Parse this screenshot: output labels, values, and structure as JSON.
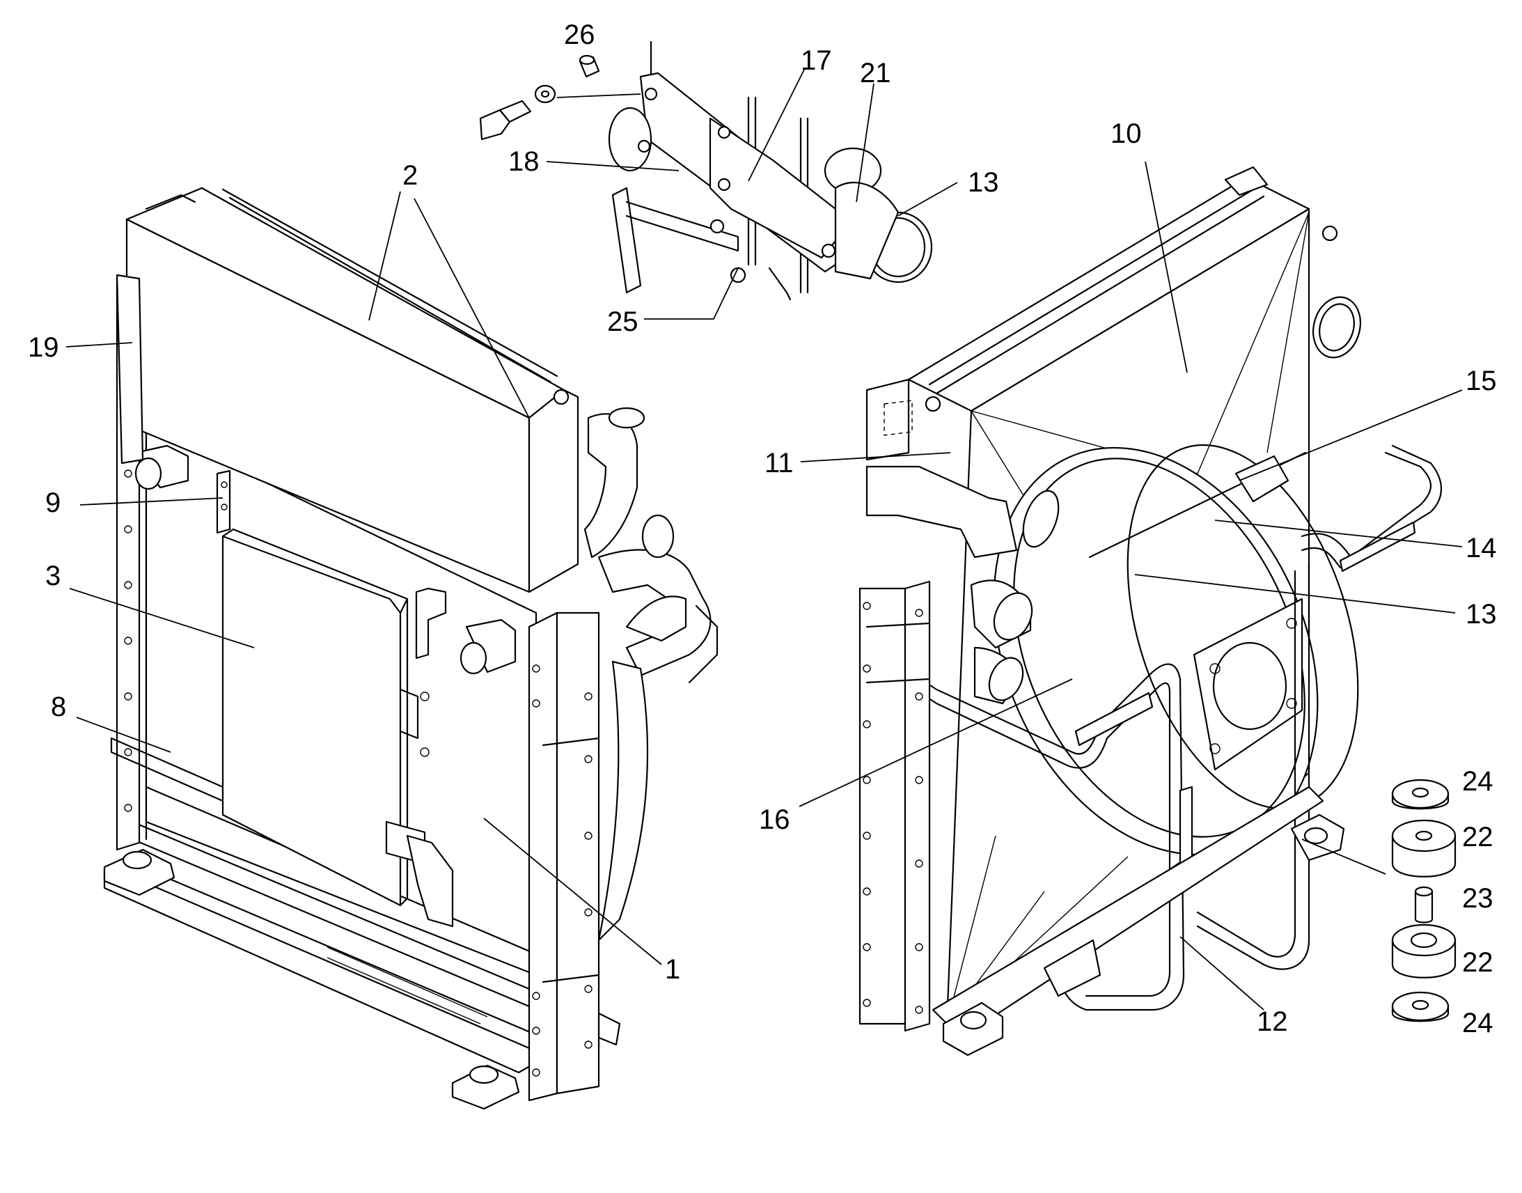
{
  "callouts": [
    {
      "id": "c1",
      "text": "1"
    },
    {
      "id": "c2",
      "text": "2"
    },
    {
      "id": "c3",
      "text": "3"
    },
    {
      "id": "c8",
      "text": "8"
    },
    {
      "id": "c9",
      "text": "9"
    },
    {
      "id": "c10",
      "text": "10"
    },
    {
      "id": "c11",
      "text": "11"
    },
    {
      "id": "c12",
      "text": "12"
    },
    {
      "id": "c13a",
      "text": "13"
    },
    {
      "id": "c13b",
      "text": "13"
    },
    {
      "id": "c14",
      "text": "14"
    },
    {
      "id": "c15",
      "text": "15"
    },
    {
      "id": "c16",
      "text": "16"
    },
    {
      "id": "c17",
      "text": "17"
    },
    {
      "id": "c18",
      "text": "18"
    },
    {
      "id": "c19",
      "text": "19"
    },
    {
      "id": "c21",
      "text": "21"
    },
    {
      "id": "c22a",
      "text": "22"
    },
    {
      "id": "c22b",
      "text": "22"
    },
    {
      "id": "c23",
      "text": "23"
    },
    {
      "id": "c24a",
      "text": "24"
    },
    {
      "id": "c24b",
      "text": "24"
    },
    {
      "id": "c25",
      "text": "25"
    },
    {
      "id": "c26",
      "text": "26"
    }
  ]
}
